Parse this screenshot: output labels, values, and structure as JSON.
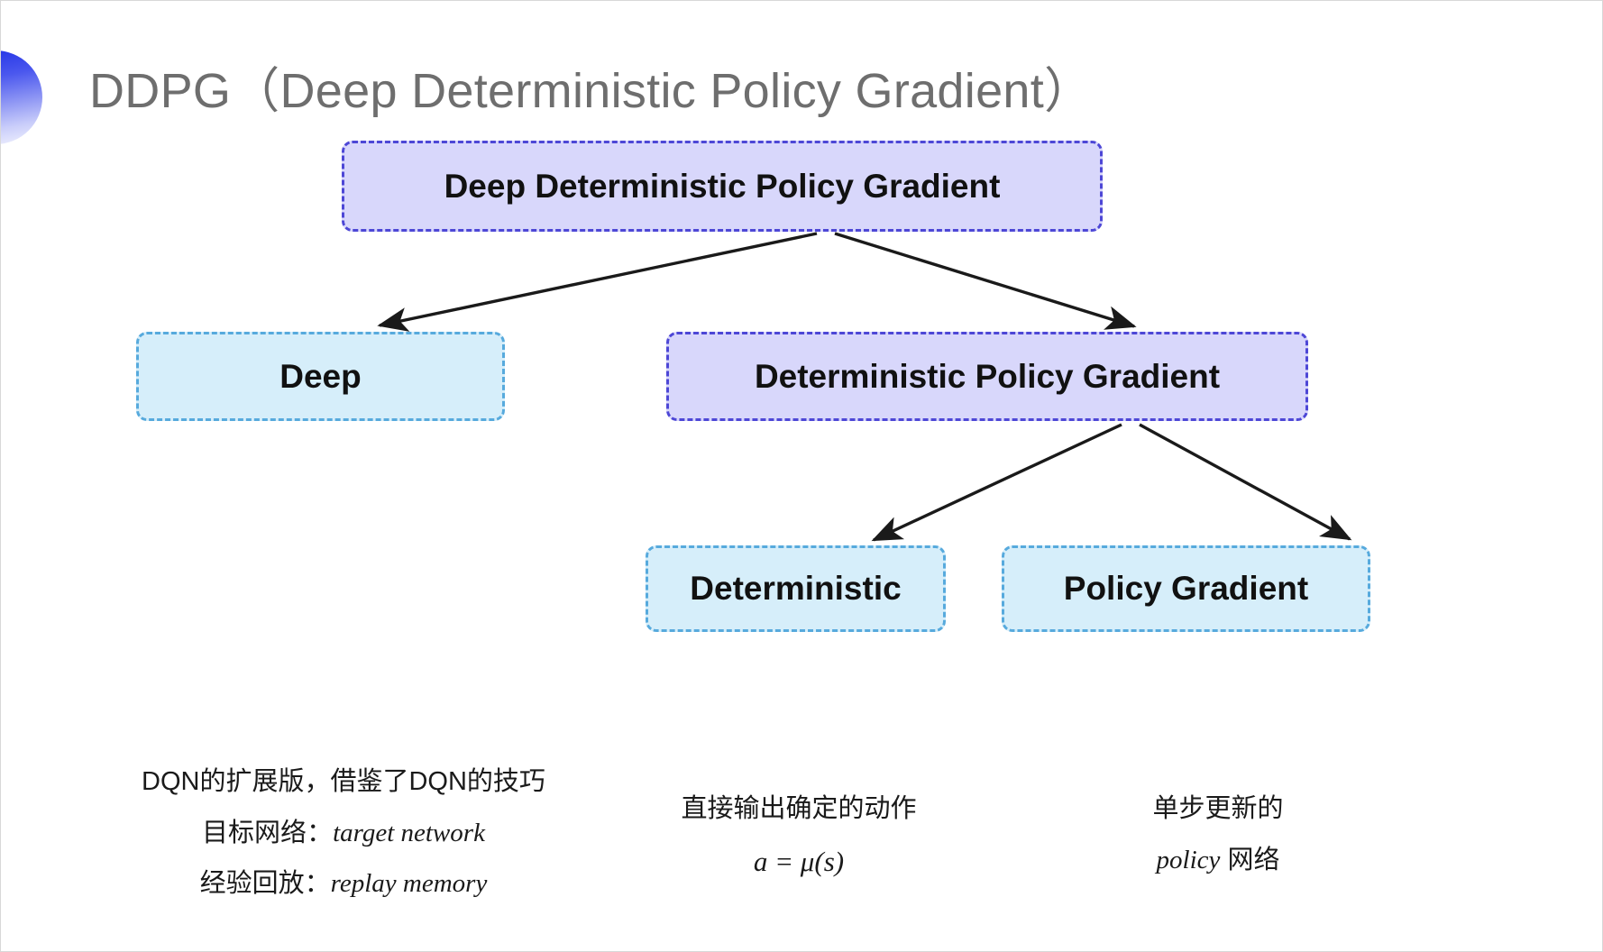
{
  "slide": {
    "title": "DDPG（Deep Deterministic Policy Gradient）",
    "bullet_icon": "half-circle-gradient-icon",
    "background_color": "#ffffff",
    "title_color": "#6e6e6e",
    "accent_purple": "#4d47d6",
    "accent_purple_fill": "#d8d7fb",
    "accent_blue": "#57aadd",
    "accent_blue_fill": "#d6eefa"
  },
  "diagram": {
    "nodes": {
      "root": {
        "label": "Deep Deterministic Policy Gradient",
        "style": "purple"
      },
      "deep": {
        "label": "Deep",
        "style": "blue"
      },
      "dpg": {
        "label": "Deterministic Policy Gradient",
        "style": "purple"
      },
      "deterministic": {
        "label": "Deterministic",
        "style": "blue"
      },
      "policy_gradient": {
        "label": "Policy Gradient",
        "style": "blue"
      }
    },
    "edges": [
      {
        "from": "root",
        "to": "deep",
        "arrow": "arrow-down-left-icon"
      },
      {
        "from": "root",
        "to": "dpg",
        "arrow": "arrow-down-right-icon"
      },
      {
        "from": "dpg",
        "to": "deterministic",
        "arrow": "arrow-down-left-icon"
      },
      {
        "from": "dpg",
        "to": "policy_gradient",
        "arrow": "arrow-down-right-icon"
      }
    ]
  },
  "captions": {
    "deep": {
      "line1": "DQN的扩展版，借鉴了DQN的技巧",
      "line2_label": "目标网络：",
      "line2_term": "target network",
      "line3_label": "经验回放：",
      "line3_term": "replay memory"
    },
    "deterministic": {
      "line1": "直接输出确定的动作",
      "formula": "a = μ(s)"
    },
    "policy_gradient": {
      "line1": "单步更新的",
      "line2_term": "policy",
      "line2_suffix": " 网络"
    }
  }
}
